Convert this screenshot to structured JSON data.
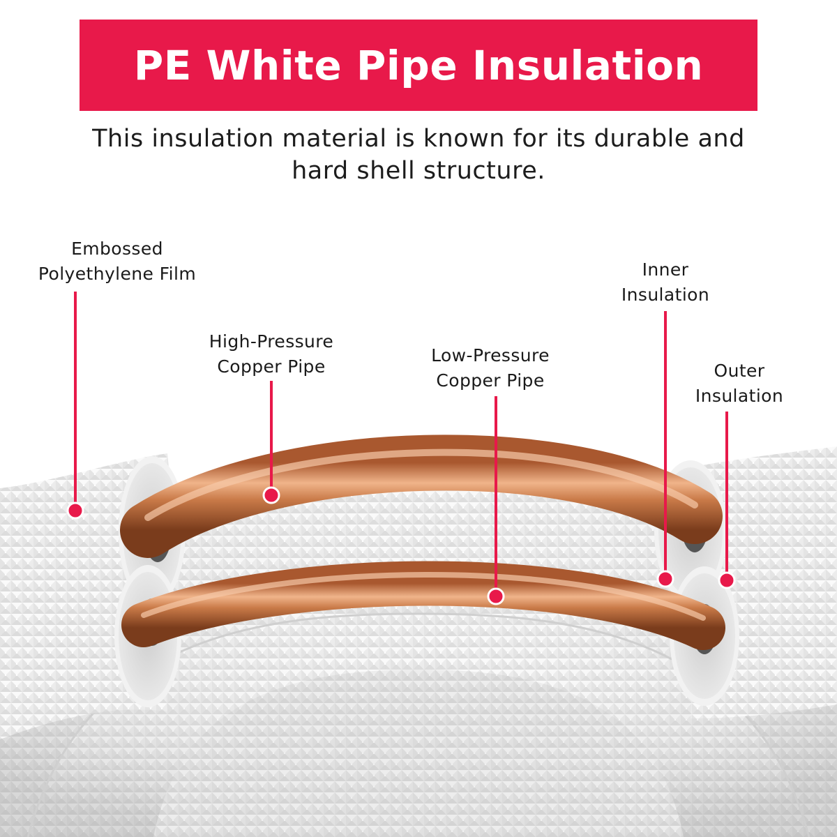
{
  "header": {
    "title": "PE White Pipe Insulation",
    "accent_color": "#e8194a"
  },
  "subtitle": {
    "line1": "This insulation material is known for its durable and",
    "line2": "hard shell structure."
  },
  "callouts": [
    {
      "id": "embossed-film",
      "line1": "Embossed",
      "line2": "Polyethylene Film"
    },
    {
      "id": "high-pressure-pipe",
      "line1": "High-Pressure",
      "line2": "Copper Pipe"
    },
    {
      "id": "low-pressure-pipe",
      "line1": "Low-Pressure",
      "line2": "Copper Pipe"
    },
    {
      "id": "inner-insulation",
      "line1": "Inner",
      "line2": "Insulation"
    },
    {
      "id": "outer-insulation",
      "line1": "Outer",
      "line2": "Insulation"
    }
  ],
  "colors": {
    "copper": "#c8784a",
    "insulation": "#f4f4f4",
    "leader": "#e8194a"
  }
}
